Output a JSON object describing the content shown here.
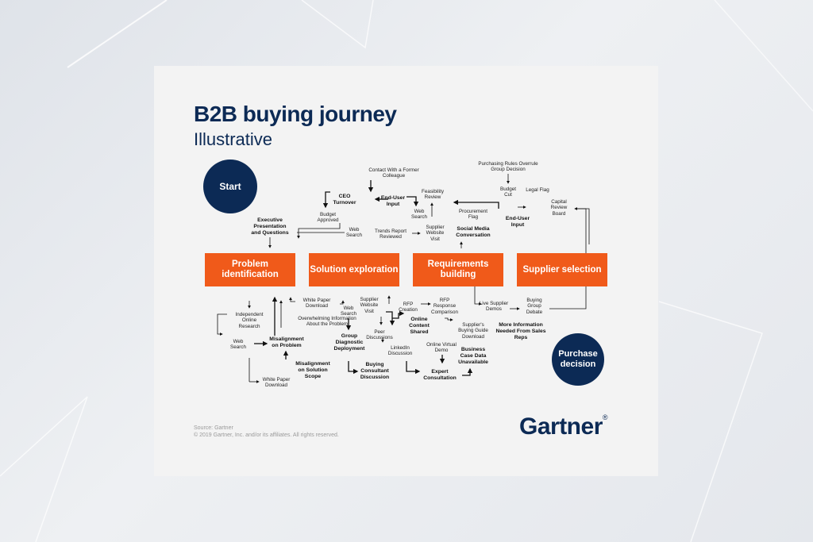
{
  "title": "B2B buying journey",
  "subtitle": "Illustrative",
  "start": "Start",
  "end": "Purchase decision",
  "stages": [
    "Problem identification",
    "Solution exploration",
    "Requirements building",
    "Supplier selection"
  ],
  "labels": {
    "exec_presentation": "Executive Presentation and Questions",
    "ceo_turnover": "CEO Turnover",
    "budget_approved": "Budget Approved",
    "former_colleague": "Contact With a Former Colleague",
    "end_user_input_1": "End-User Input",
    "feasibility_review": "Feasibility Review",
    "web_search_top1": "Web Search",
    "web_search_top2": "Web Search",
    "trends_report": "Trends Report Reviewed",
    "supplier_site_top": "Supplier Website Visit",
    "social_media": "Social Media Conversation",
    "procurement_flag": "Procurement Flag",
    "purchasing_rules": "Purchasing Rules Overrule Group Decision",
    "budget_cut": "Budget Cut",
    "end_user_input_2": "End-User Input",
    "legal_flag": "Legal Flag",
    "capital_review": "Capital Review Board",
    "independent_research": "Independent Online Research",
    "web_search_left": "Web Search",
    "white_paper_left": "White Paper Download",
    "misalignment_problem": "Misalignment on Problem",
    "white_paper_mid": "White Paper Download",
    "overwhelming_info": "Overwhelming Information About the Problem",
    "misalignment_scope": "Misalignment on Solution Scope",
    "web_search_mid": "Web Search",
    "group_diagnostic": "Group Diagnostic Deployment",
    "buying_consultant": "Buying Consultant Discussion",
    "supplier_site_mid": "Supplier Website Visit",
    "peer_discussions": "Peer Discussions",
    "linkedin": "LinkedIn Discussion",
    "rfp_creation": "RFP Creation",
    "online_content": "Online Content Shared",
    "rfp_comparison": "RFP Response Comparison",
    "online_demo": "Online Virtual Demo",
    "expert_consultation": "Expert Consultation",
    "buying_guide": "Supplier's Buying Guide Download",
    "business_case": "Business Case Data Unavailable",
    "live_demos": "Live Supplier Demos",
    "buying_group_debate": "Buying Group Debate",
    "more_info": "More Information Needed From Sales Reps"
  },
  "source_line1": "Source: Gartner",
  "source_line2": "© 2019 Gartner, Inc. and/or its affiliates. All rights reserved.",
  "logo": "Gartner",
  "logo_mark": "®",
  "colors": {
    "navy": "#0c2a55",
    "orange": "#f05a1a",
    "card": "#f3f3f3"
  }
}
